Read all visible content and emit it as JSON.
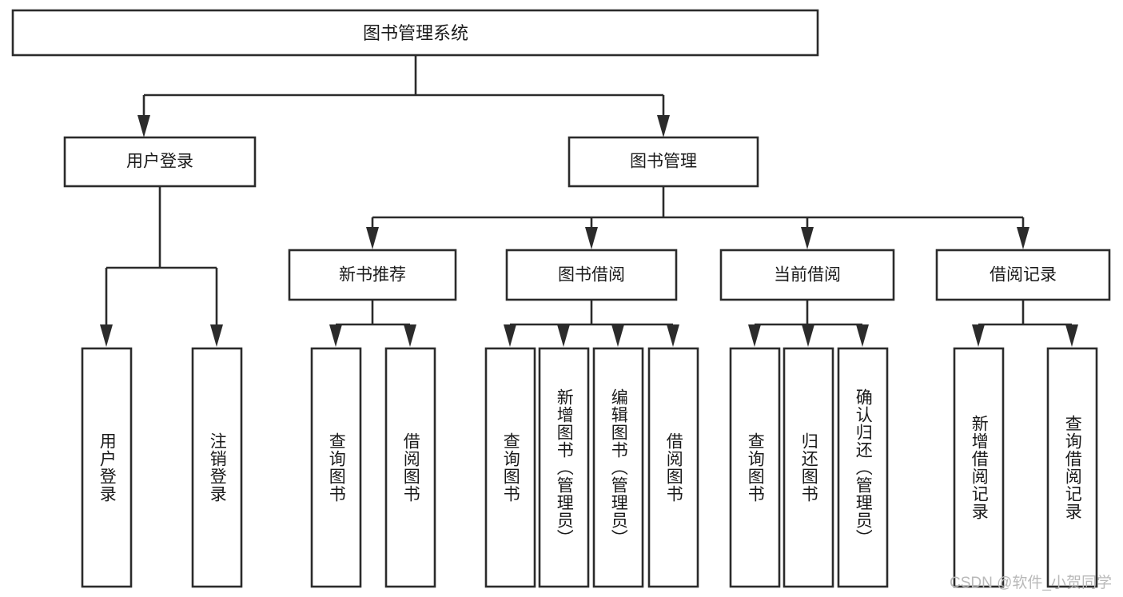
{
  "diagram": {
    "type": "tree-hierarchy",
    "title": "图书管理系统",
    "watermark": "CSDN @软件_小贺同学",
    "colors": {
      "stroke": "#2b2b2b",
      "fill": "#ffffff",
      "text": "#1a1a1a",
      "watermark": "#b9b9b9",
      "background": "#ffffff"
    },
    "levels": {
      "root": {
        "label": "图书管理系统"
      },
      "level2": [
        {
          "label": "用户登录"
        },
        {
          "label": "图书管理"
        }
      ],
      "level3": [
        {
          "label": "新书推荐"
        },
        {
          "label": "图书借阅"
        },
        {
          "label": "当前借阅"
        },
        {
          "label": "借阅记录"
        }
      ]
    },
    "nodes": {
      "root": "图书管理系统",
      "user_login": "用户登录",
      "book_manage": "图书管理",
      "new_book_rec": "新书推荐",
      "book_borrow": "图书借阅",
      "current_borrow": "当前借阅",
      "borrow_record": "借阅记录",
      "leaf_user_login": "用户登录",
      "leaf_logout": "注销登录",
      "leaf_query_book_a": "查询图书",
      "leaf_borrow_book_a": "借阅图书",
      "leaf_query_book_b": "查询图书",
      "leaf_add_book": "新增图书（管理员）",
      "leaf_edit_book": "编辑图书（管理员）",
      "leaf_borrow_book_b": "借阅图书",
      "leaf_query_book_c": "查询图书",
      "leaf_return_book": "归还图书",
      "leaf_confirm_return": "确认归还（管理员）",
      "leaf_add_record": "新增借阅记录",
      "leaf_query_record": "查询借阅记录"
    },
    "tree": [
      {
        "label": "用户登录",
        "children": [
          "用户登录",
          "注销登录"
        ]
      },
      {
        "label": "图书管理",
        "children": [
          {
            "label": "新书推荐",
            "children": [
              "查询图书",
              "借阅图书"
            ]
          },
          {
            "label": "图书借阅",
            "children": [
              "查询图书",
              "新增图书（管理员）",
              "编辑图书（管理员）",
              "借阅图书"
            ]
          },
          {
            "label": "当前借阅",
            "children": [
              "查询图书",
              "归还图书",
              "确认归还（管理员）"
            ]
          },
          {
            "label": "借阅记录",
            "children": [
              "新增借阅记录",
              "查询借阅记录"
            ]
          }
        ]
      }
    ]
  }
}
